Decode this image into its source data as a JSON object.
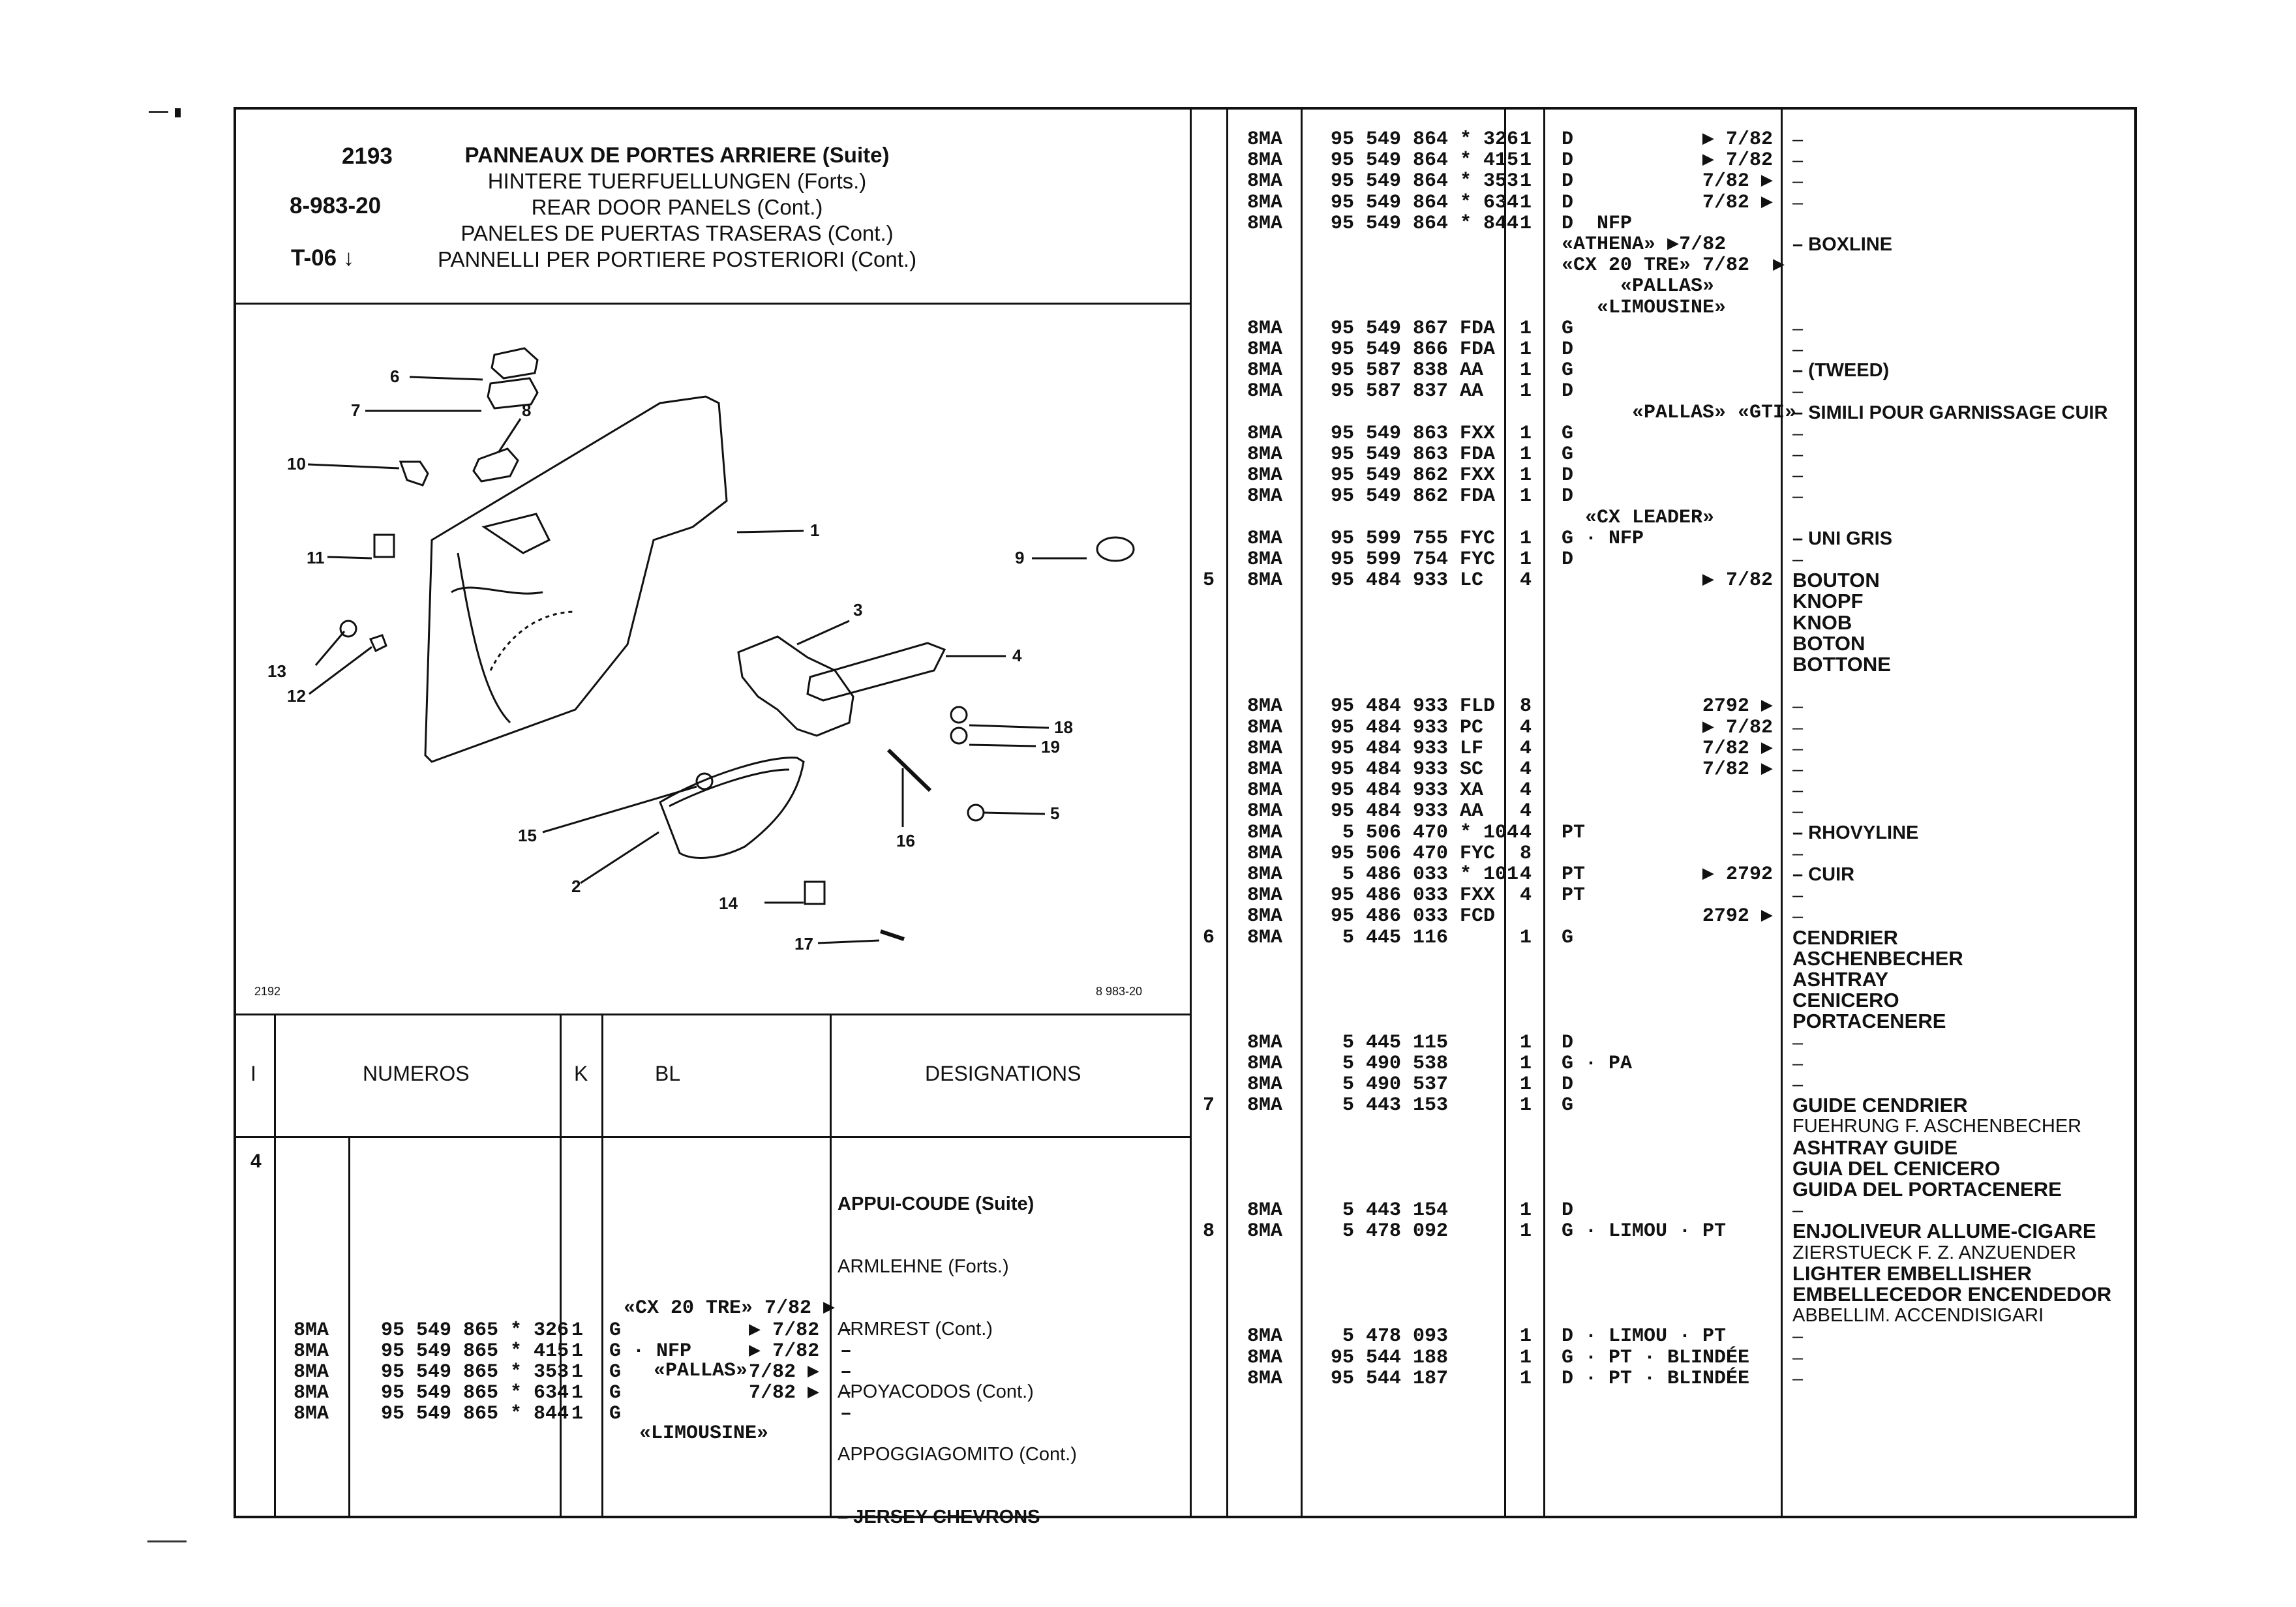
{
  "header": {
    "code": "2193",
    "ref": "8-983-20",
    "group": "T-06",
    "titles": [
      "PANNEAUX DE PORTES ARRIERE (Suite)",
      "HINTERE TUERFUELLUNGEN (Forts.)",
      "REAR DOOR PANELS (Cont.)",
      "PANELES DE PUERTAS TRASERAS (Cont.)",
      "PANNELLI PER PORTIERE POSTERIORI (Cont.)"
    ]
  },
  "diagram": {
    "code_left": "2192",
    "code_right": "8 983-20",
    "callouts": [
      "1",
      "2",
      "3",
      "4",
      "5",
      "6",
      "7",
      "8",
      "9",
      "10",
      "11",
      "12",
      "13",
      "14",
      "15",
      "16",
      "17",
      "18",
      "19"
    ]
  },
  "columns": {
    "i": "I",
    "numeros": "NUMEROS",
    "k": "K",
    "bl": "BL",
    "designations": "DESIGNATIONS"
  },
  "left_panel": {
    "row_index": "4",
    "designation": [
      "APPUI-COUDE (Suite)",
      "ARMLEHNE (Forts.)",
      "ARMREST (Cont.)",
      "APOYACODOS (Cont.)",
      "APPOGGIAGOMITO (Cont.)",
      "– JERSEY CHEVRONS"
    ],
    "bl_notes": [
      "«CX 20 TRE» 7/82 ▶",
      "«PALLAS»",
      "«LIMOUSINE»"
    ],
    "rows": [
      {
        "c": "8MA",
        "n": "95 549 865 * 326",
        "k": "1",
        "bl": "G",
        "dt": "▶ 7/82",
        "d": "–"
      },
      {
        "c": "8MA",
        "n": "95 549 865 * 415",
        "k": "1",
        "bl": "G · NFP",
        "dt": "▶ 7/82",
        "d": "–"
      },
      {
        "c": "8MA",
        "n": "95 549 865 * 353",
        "k": "1",
        "bl": "G",
        "dt": "7/82 ▶",
        "d": "–"
      },
      {
        "c": "8MA",
        "n": "95 549 865 * 634",
        "k": "1",
        "bl": "G",
        "dt": "7/82 ▶",
        "d": "–"
      },
      {
        "c": "8MA",
        "n": "95 549 865 * 844",
        "k": "1",
        "bl": "G",
        "dt": "",
        "d": "–"
      }
    ]
  },
  "right_panel": {
    "lines": [
      {
        "i": "",
        "c": "8MA",
        "n": "95 549 864 * 326",
        "k": "1",
        "bl": "D",
        "dt": "▶ 7/82",
        "d": "–"
      },
      {
        "i": "",
        "c": "8MA",
        "n": "95 549 864 * 415",
        "k": "1",
        "bl": "D",
        "dt": "▶ 7/82",
        "d": "–"
      },
      {
        "i": "",
        "c": "8MA",
        "n": "95 549 864 * 353",
        "k": "1",
        "bl": "D",
        "dt": "7/82 ▶",
        "d": "–"
      },
      {
        "i": "",
        "c": "8MA",
        "n": "95 549 864 * 634",
        "k": "1",
        "bl": "D",
        "dt": "7/82 ▶",
        "d": "–"
      },
      {
        "i": "",
        "c": "8MA",
        "n": "95 549 864 * 844",
        "k": "1",
        "bl": "D  NFP",
        "dt": "",
        "d": ""
      },
      {
        "i": "",
        "c": "",
        "n": "",
        "k": "",
        "bl": "«ATHENA» ▶7/82",
        "dt": "",
        "d": "– BOXLINE"
      },
      {
        "i": "",
        "c": "",
        "n": "",
        "k": "",
        "bl": "«CX 20 TRE» 7/82  ▶",
        "dt": "",
        "d": ""
      },
      {
        "i": "",
        "c": "",
        "n": "",
        "k": "",
        "bl": "     «PALLAS»",
        "dt": "",
        "d": ""
      },
      {
        "i": "",
        "c": "",
        "n": "",
        "k": "",
        "bl": "   «LIMOUSINE»",
        "dt": "",
        "d": ""
      },
      {
        "i": "",
        "c": "8MA",
        "n": "95 549 867 FDA",
        "k": "1",
        "bl": "G",
        "dt": "",
        "d": "–"
      },
      {
        "i": "",
        "c": "8MA",
        "n": "95 549 866 FDA",
        "k": "1",
        "bl": "D",
        "dt": "",
        "d": "–"
      },
      {
        "i": "",
        "c": "8MA",
        "n": "95 587 838 AA",
        "k": "1",
        "bl": "G",
        "dt": "",
        "d": "– (TWEED)"
      },
      {
        "i": "",
        "c": "8MA",
        "n": "95 587 837 AA",
        "k": "1",
        "bl": "D",
        "dt": "",
        "d": "–"
      },
      {
        "i": "",
        "c": "",
        "n": "",
        "k": "",
        "bl": "      «PALLAS» «GTI»",
        "dt": "",
        "d": "– SIMILI POUR GARNISSAGE CUIR"
      },
      {
        "i": "",
        "c": "8MA",
        "n": "95 549 863 FXX",
        "k": "1",
        "bl": "G",
        "dt": "",
        "d": "–"
      },
      {
        "i": "",
        "c": "8MA",
        "n": "95 549 863 FDA",
        "k": "1",
        "bl": "G",
        "dt": "",
        "d": "–"
      },
      {
        "i": "",
        "c": "8MA",
        "n": "95 549 862 FXX",
        "k": "1",
        "bl": "D",
        "dt": "",
        "d": "–"
      },
      {
        "i": "",
        "c": "8MA",
        "n": "95 549 862 FDA",
        "k": "1",
        "bl": "D",
        "dt": "",
        "d": "–"
      },
      {
        "i": "",
        "c": "",
        "n": "",
        "k": "",
        "bl": "  «CX LEADER»",
        "dt": "",
        "d": ""
      },
      {
        "i": "",
        "c": "8MA",
        "n": "95 599 755 FYC",
        "k": "1",
        "bl": "G · NFP",
        "dt": "",
        "d": "– UNI GRIS"
      },
      {
        "i": "",
        "c": "8MA",
        "n": "95 599 754 FYC",
        "k": "1",
        "bl": "D",
        "dt": "",
        "d": "–"
      },
      {
        "i": "5",
        "c": "8MA",
        "n": "95 484 933 LC",
        "k": "4",
        "bl": "",
        "dt": "▶ 7/82",
        "d": "BOUTON"
      },
      {
        "i": "",
        "c": "",
        "n": "",
        "k": "",
        "bl": "",
        "dt": "",
        "d": "KNOPF"
      },
      {
        "i": "",
        "c": "",
        "n": "",
        "k": "",
        "bl": "",
        "dt": "",
        "d": "KNOB"
      },
      {
        "i": "",
        "c": "",
        "n": "",
        "k": "",
        "bl": "",
        "dt": "",
        "d": "BOTON"
      },
      {
        "i": "",
        "c": "",
        "n": "",
        "k": "",
        "bl": "",
        "dt": "",
        "d": "BOTTONE"
      },
      {
        "i": "",
        "c": "",
        "n": "",
        "k": "",
        "bl": "",
        "dt": "",
        "d": ""
      },
      {
        "i": "",
        "c": "8MA",
        "n": "95 484 933 FLD",
        "k": "8",
        "bl": "",
        "dt": "2792 ▶",
        "d": "–"
      },
      {
        "i": "",
        "c": "8MA",
        "n": "95 484 933 PC",
        "k": "4",
        "bl": "",
        "dt": "▶ 7/82",
        "d": "–"
      },
      {
        "i": "",
        "c": "8MA",
        "n": "95 484 933 LF",
        "k": "4",
        "bl": "",
        "dt": "7/82 ▶",
        "d": "–"
      },
      {
        "i": "",
        "c": "8MA",
        "n": "95 484 933 SC",
        "k": "4",
        "bl": "",
        "dt": "7/82 ▶",
        "d": "–"
      },
      {
        "i": "",
        "c": "8MA",
        "n": "95 484 933 XA",
        "k": "4",
        "bl": "",
        "dt": "",
        "d": "–"
      },
      {
        "i": "",
        "c": "8MA",
        "n": "95 484 933 AA",
        "k": "4",
        "bl": "",
        "dt": "",
        "d": "–"
      },
      {
        "i": "",
        "c": "8MA",
        "n": " 5 506 470 * 104",
        "k": "4",
        "bl": "PT",
        "dt": "",
        "d": "– RHOVYLINE"
      },
      {
        "i": "",
        "c": "8MA",
        "n": "95 506 470 FYC",
        "k": "8",
        "bl": "",
        "dt": "",
        "d": "–"
      },
      {
        "i": "",
        "c": "8MA",
        "n": " 5 486 033 * 101",
        "k": "4",
        "bl": "PT",
        "dt": "▶ 2792",
        "d": "– CUIR"
      },
      {
        "i": "",
        "c": "8MA",
        "n": "95 486 033 FXX",
        "k": "4",
        "bl": "PT",
        "dt": "",
        "d": "–"
      },
      {
        "i": "",
        "c": "8MA",
        "n": "95 486 033 FCD",
        "k": "",
        "bl": "",
        "dt": "2792 ▶",
        "d": "–"
      },
      {
        "i": "6",
        "c": "8MA",
        "n": " 5 445 116",
        "k": "1",
        "bl": "G",
        "dt": "",
        "d": "CENDRIER"
      },
      {
        "i": "",
        "c": "",
        "n": "",
        "k": "",
        "bl": "",
        "dt": "",
        "d": "ASCHENBECHER"
      },
      {
        "i": "",
        "c": "",
        "n": "",
        "k": "",
        "bl": "",
        "dt": "",
        "d": "ASHTRAY"
      },
      {
        "i": "",
        "c": "",
        "n": "",
        "k": "",
        "bl": "",
        "dt": "",
        "d": "CENICERO"
      },
      {
        "i": "",
        "c": "",
        "n": "",
        "k": "",
        "bl": "",
        "dt": "",
        "d": "PORTACENERE"
      },
      {
        "i": "",
        "c": "8MA",
        "n": " 5 445 115",
        "k": "1",
        "bl": "D",
        "dt": "",
        "d": "–"
      },
      {
        "i": "",
        "c": "8MA",
        "n": " 5 490 538",
        "k": "1",
        "bl": "G · PA",
        "dt": "",
        "d": "–"
      },
      {
        "i": "",
        "c": "8MA",
        "n": " 5 490 537",
        "k": "1",
        "bl": "D",
        "dt": "",
        "d": "–"
      },
      {
        "i": "7",
        "c": "8MA",
        "n": " 5 443 153",
        "k": "1",
        "bl": "G",
        "dt": "",
        "d": "GUIDE CENDRIER"
      },
      {
        "i": "",
        "c": "",
        "n": "",
        "k": "",
        "bl": "",
        "dt": "",
        "d": "FUEHRUNG F. ASCHENBECHER"
      },
      {
        "i": "",
        "c": "",
        "n": "",
        "k": "",
        "bl": "",
        "dt": "",
        "d": "ASHTRAY GUIDE"
      },
      {
        "i": "",
        "c": "",
        "n": "",
        "k": "",
        "bl": "",
        "dt": "",
        "d": "GUIA DEL CENICERO"
      },
      {
        "i": "",
        "c": "",
        "n": "",
        "k": "",
        "bl": "",
        "dt": "",
        "d": "GUIDA DEL PORTACENERE"
      },
      {
        "i": "",
        "c": "8MA",
        "n": " 5 443 154",
        "k": "1",
        "bl": "D",
        "dt": "",
        "d": "–"
      },
      {
        "i": "8",
        "c": "8MA",
        "n": " 5 478 092",
        "k": "1",
        "bl": "G · LIMOU · PT",
        "dt": "",
        "d": "ENJOLIVEUR ALLUME-CIGARE"
      },
      {
        "i": "",
        "c": "",
        "n": "",
        "k": "",
        "bl": "",
        "dt": "",
        "d": "ZIERSTUECK F. Z. ANZUENDER"
      },
      {
        "i": "",
        "c": "",
        "n": "",
        "k": "",
        "bl": "",
        "dt": "",
        "d": "LIGHTER EMBELLISHER"
      },
      {
        "i": "",
        "c": "",
        "n": "",
        "k": "",
        "bl": "",
        "dt": "",
        "d": "EMBELLECEDOR ENCENDEDOR"
      },
      {
        "i": "",
        "c": "",
        "n": "",
        "k": "",
        "bl": "",
        "dt": "",
        "d": "ABBELLIM. ACCENDISIGARI"
      },
      {
        "i": "",
        "c": "8MA",
        "n": " 5 478 093",
        "k": "1",
        "bl": "D · LIMOU · PT",
        "dt": "",
        "d": "–"
      },
      {
        "i": "",
        "c": "8MA",
        "n": "95 544 188",
        "k": "1",
        "bl": "G · PT · BLINDÉE",
        "dt": "",
        "d": "–"
      },
      {
        "i": "",
        "c": "8MA",
        "n": "95 544 187",
        "k": "1",
        "bl": "D · PT · BLINDÉE",
        "dt": "",
        "d": "–"
      }
    ]
  }
}
